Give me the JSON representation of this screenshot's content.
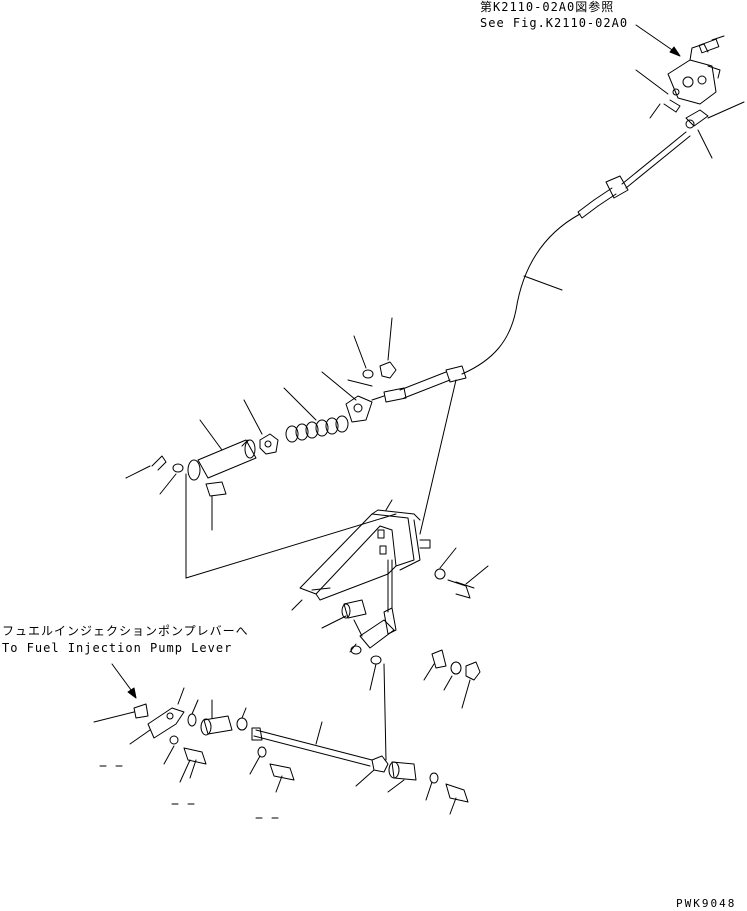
{
  "reference": {
    "jp": "第K2110-02A0図参照",
    "en": "See Fig.K2110-02A0"
  },
  "fuel_lever": {
    "jp": "フュエルインジェクションポンプレバーへ",
    "en": "To Fuel Injection Pump Lever"
  },
  "figure_number": "PWK9048",
  "colors": {
    "line": "#000000",
    "background": "#ffffff"
  }
}
